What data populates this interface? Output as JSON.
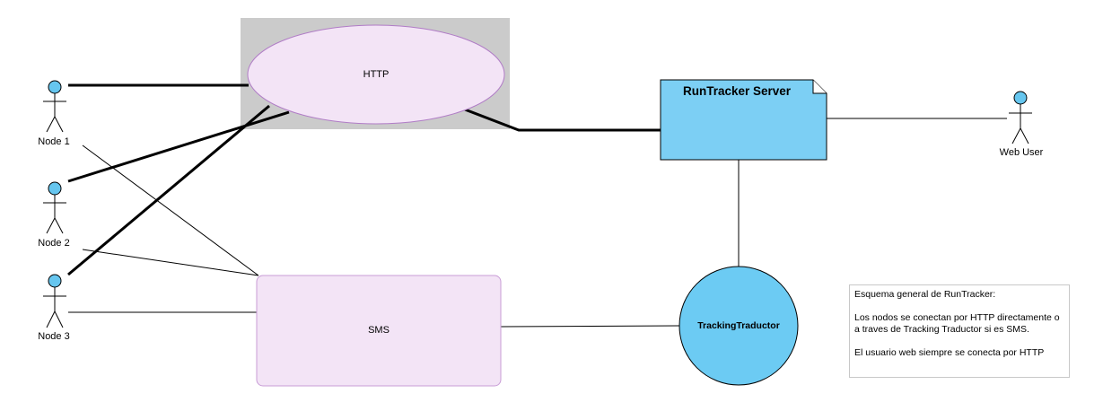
{
  "diagram": {
    "actors": [
      {
        "label": "Node 1"
      },
      {
        "label": "Node 2"
      },
      {
        "label": "Node 3"
      },
      {
        "label": "Web User"
      }
    ],
    "http": {
      "label": "HTTP"
    },
    "sms": {
      "label": "SMS"
    },
    "server": {
      "label": "RunTracker Server"
    },
    "translator": {
      "label": "TrackingTraductor"
    },
    "note": {
      "line1": "Esquema general de RunTracker:",
      "line2": "Los nodos se conectan por HTTP directamente o a traves de Tracking Traductor si es SMS.",
      "line3": "El usuario web siempre se conecta por HTTP"
    },
    "colors": {
      "actor_fill": "#66c6ef",
      "server_fill": "#7ccff4",
      "translator_fill": "#6ccbf3",
      "http_fill": "#f3e4f6",
      "http_stroke": "#b07cc6",
      "sms_fill": "#f3e4f6",
      "sms_stroke": "#c89cd6",
      "http_background": "#cbcbcb"
    }
  }
}
